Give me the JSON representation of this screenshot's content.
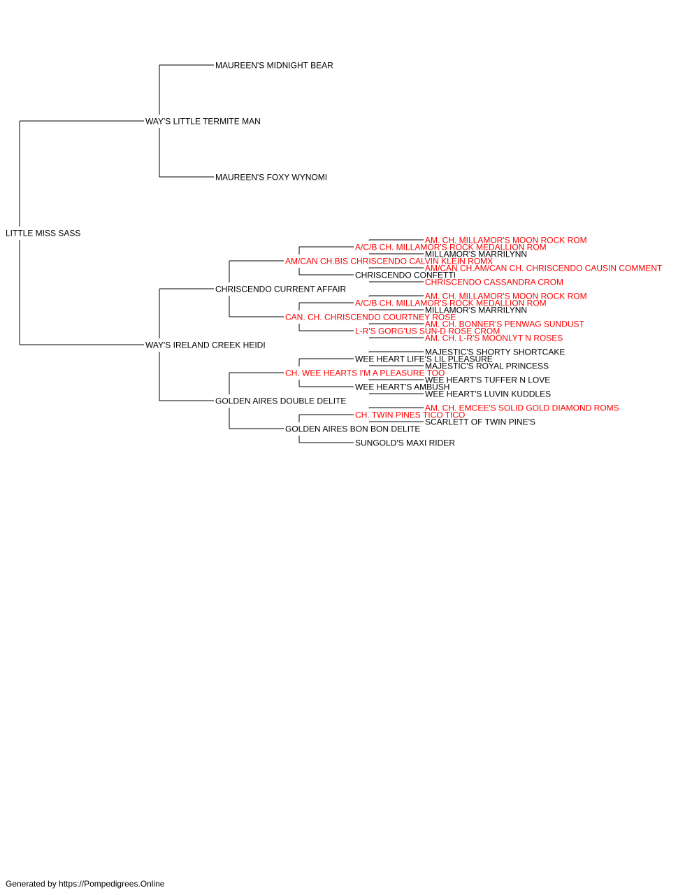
{
  "colors": {
    "titled": "#ff0000",
    "plain": "#000000",
    "line": "#000000"
  },
  "subject": {
    "name": "LITTLE MISS SASS",
    "titled": false
  },
  "sire": {
    "name": "WAY'S LITTLE TERMITE MAN",
    "titled": false,
    "sire": {
      "name": "MAUREEN'S MIDNIGHT BEAR",
      "titled": false
    },
    "dam": {
      "name": "MAUREEN'S FOXY WYNOMI",
      "titled": false
    }
  },
  "dam": {
    "name": "WAY'S IRELAND CREEK HEIDI",
    "titled": false,
    "sire": {
      "name": "CHRISCENDO CURRENT AFFAIR",
      "titled": false,
      "sire": {
        "name": "AM/CAN CH.BIS CHRISCENDO CALVIN KLEIN ROMX",
        "titled": true,
        "sire": {
          "name": "A/C/B CH. MILLAMOR'S ROCK MEDALLION ROM",
          "titled": true,
          "sire": {
            "name": "AM. CH. MILLAMOR'S MOON ROCK ROM",
            "titled": true
          },
          "dam": {
            "name": "MILLAMOR'S MARRILYNN",
            "titled": false
          }
        },
        "dam": {
          "name": "CHRISCENDO CONFETTI",
          "titled": false,
          "sire": {
            "name": "AM/CAN CH.AM/CAN CH. CHRISCENDO CAUSIN COMMENT",
            "titled": true
          },
          "dam": {
            "name": "CHRISCENDO CASSANDRA CROM",
            "titled": true
          }
        }
      },
      "dam": {
        "name": "CAN. CH. CHRISCENDO COURTNEY ROSE",
        "titled": true,
        "sire": {
          "name": "A/C/B CH. MILLAMOR'S ROCK MEDALLION ROM",
          "titled": true,
          "sire": {
            "name": "AM. CH. MILLAMOR'S MOON ROCK ROM",
            "titled": true
          },
          "dam": {
            "name": "MILLAMOR'S MARRILYNN",
            "titled": false
          }
        },
        "dam": {
          "name": "L-R'S GORG'US SUN-D ROSE CROM",
          "titled": true,
          "sire": {
            "name": "AM. CH. BONNER'S PENWAG SUNDUST",
            "titled": true
          },
          "dam": {
            "name": "AM. CH. L-R'S MOONLYT N ROSES",
            "titled": true
          }
        }
      }
    },
    "dam": {
      "name": "GOLDEN AIRES DOUBLE DELITE",
      "titled": false,
      "sire": {
        "name": "CH. WEE HEARTS I'M A PLEASURE TOO",
        "titled": true,
        "sire": {
          "name": "WEE HEART LIFE'S LIL PLEASURE",
          "titled": false,
          "sire": {
            "name": "MAJESTIC'S SHORTY SHORTCAKE",
            "titled": false
          },
          "dam": {
            "name": "MAJESTIC'S ROYAL PRINCESS",
            "titled": false
          }
        },
        "dam": {
          "name": "WEE HEART'S AMBUSH",
          "titled": false,
          "sire": {
            "name": "WEE HEART'S TUFFER N LOVE",
            "titled": false
          },
          "dam": {
            "name": "WEE HEART'S LUVIN KUDDLES",
            "titled": false
          }
        }
      },
      "dam": {
        "name": "GOLDEN AIRES BON BON DELITE",
        "titled": false,
        "sire": {
          "name": "CH. TWIN PINES TICO TICO",
          "titled": true,
          "sire": {
            "name": "AM. CH. EMCEE'S SOLID GOLD DIAMOND ROMS",
            "titled": true
          },
          "dam": {
            "name": "SCARLETT OF TWIN PINE'S",
            "titled": false
          }
        },
        "dam": {
          "name": "SUNGOLD'S MAXI RIDER",
          "titled": false
        }
      }
    }
  },
  "footer": "Generated by https://Pompedigrees.Online"
}
